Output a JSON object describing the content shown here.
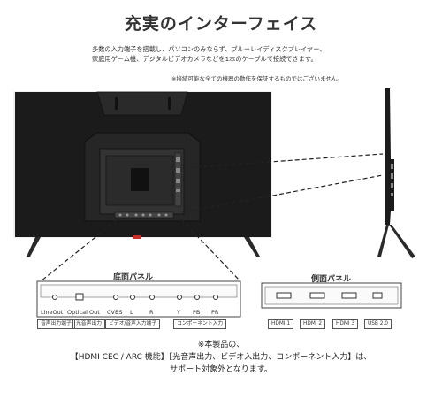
{
  "header": {
    "title": "充実のインターフェイス",
    "description_lines": [
      "多数の入力端子を搭載し、パソコンのみならず、ブルーレイディスクプレイヤー、",
      "家庭用ゲーム機、デジタルビデオカメラなどを1本のケーブルで接続できます。"
    ],
    "note": "※接続可能な全ての機器の動作を保証するものではございません。"
  },
  "bottom_panel": {
    "title": "底面パネル",
    "port_labels": [
      "LineOut",
      "Optical Out",
      "CVBS",
      "L",
      "R",
      "Y",
      "PB",
      "PR"
    ],
    "group_labels": [
      "音声出力端子",
      "光音声出力",
      "ビデオ/音声入力端子",
      "コンポーネント入力"
    ]
  },
  "side_panel": {
    "title": "側面パネル",
    "port_labels": [
      "HDMI 1",
      "HDMI 2",
      "HDMI 3",
      "USB 2.0"
    ]
  },
  "footer": {
    "line1": "※本製品の、",
    "line2": "【HDMI CEC / ARC 機能】【光音声出力、ビデオ入出力、コンポーネント入力】は、",
    "line3": "サポート対象外となります。"
  },
  "colors": {
    "tv_body": "#1b1b1b",
    "tv_frame": "#d8d8d8",
    "accent_red": "#c8322a",
    "text": "#222222"
  }
}
